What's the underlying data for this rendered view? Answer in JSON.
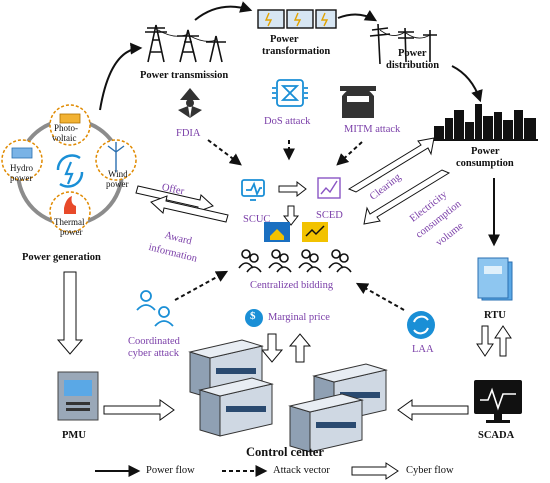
{
  "stages": {
    "power_transmission": "Power transmission",
    "power_transformation_1": "Power",
    "power_transformation_2": "transformation",
    "power_distribution_1": "Power",
    "power_distribution_2": "distribution",
    "power_consumption_1": "Power",
    "power_consumption_2": "consumption",
    "power_generation": "Power generation"
  },
  "generation_sources": {
    "photovoltaic_1": "Photo-",
    "photovoltaic_2": "voltaic",
    "hydro_1": "Hydro",
    "hydro_2": "power",
    "wind_1": "Wind",
    "wind_2": "power",
    "thermal_1": "Thermal",
    "thermal_2": "power"
  },
  "attacks": {
    "fdia": "FDIA",
    "dos": "DoS attack",
    "mitm": "MITM attack",
    "coordinated_1": "Coordinated",
    "coordinated_2": "cyber attack",
    "laa": "LAA"
  },
  "market": {
    "offer": "Offer",
    "award_1": "Award",
    "award_2": "information",
    "scuc": "SCUC",
    "sced": "SCED",
    "clearing": "Clearing",
    "consumption_volume_1": "Electricity",
    "consumption_volume_2": "consumption",
    "consumption_volume_3": "volume",
    "centralized_bidding": "Centralized bidding",
    "marginal_price": "Marginal price",
    "dollar": "$"
  },
  "devices": {
    "rtu": "RTU",
    "scada": "SCADA",
    "pmu": "PMU",
    "control_center": "Control center"
  },
  "legend": {
    "power_flow": "Power flow",
    "attack_vector": "Attack vector",
    "cyber_flow": "Cyber flow"
  },
  "colors": {
    "purple": "#7a3ea8",
    "blue_icon": "#1a8fd6",
    "dark": "#111111"
  }
}
